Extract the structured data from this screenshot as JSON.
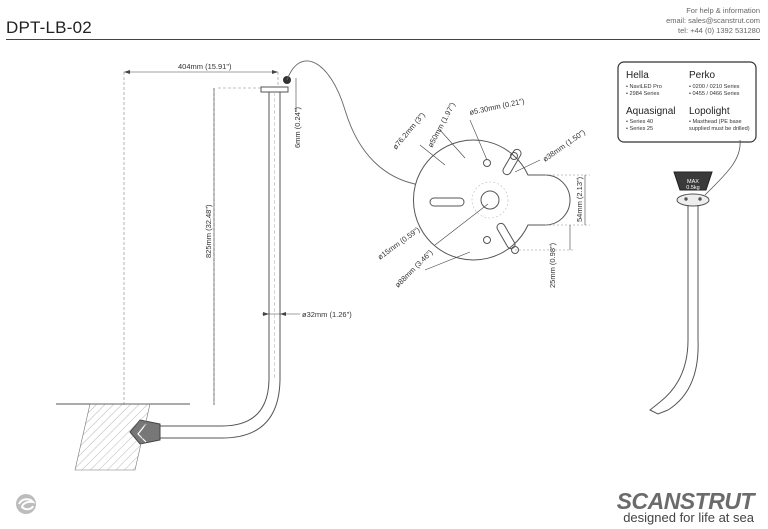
{
  "header": {
    "title": "DPT-LB-02",
    "help_line": "For help & information",
    "email": "email: sales@scanstrut.com",
    "phone": "tel:  +44 (0) 1392 531280"
  },
  "dimensions": {
    "width": "404mm (15.91\")",
    "plate_thickness": "6mm (0.24\")",
    "height": "825mm (32.48\")",
    "tube_diameter": "ø32mm (1.26\")"
  },
  "plate": {
    "d50": "ø50mm (1.97\")",
    "d5": "ø5.30mm (0.21\")",
    "d76": "ø76.2mm (3\")",
    "d38": "ø38mm (1.50\")",
    "h54": "54mm (2.13\")",
    "d15": "ø15mm (0.59\")",
    "h25": "25mm (0.98\")",
    "d88": "ø88mm (3.46\")"
  },
  "lamps": [
    {
      "name": "Hella",
      "items": [
        "• NaviLED Pro",
        "• 2984 Series"
      ]
    },
    {
      "name": "Perko",
      "items": [
        "• 0200 / 0210 Series",
        "• 0455 / 0466 Series"
      ]
    },
    {
      "name": "Aquasignal",
      "items": [
        "• Series 40",
        "• Series 25"
      ]
    },
    {
      "name": "Lopolight",
      "items": [
        "• Masthead (PE base",
        "supplied must be drilled)"
      ]
    }
  ],
  "weight": {
    "max_label": "MAX",
    "value": "0.5kg"
  },
  "footer": {
    "brand": "SCANSTRUT",
    "tagline": "designed for life at sea"
  }
}
